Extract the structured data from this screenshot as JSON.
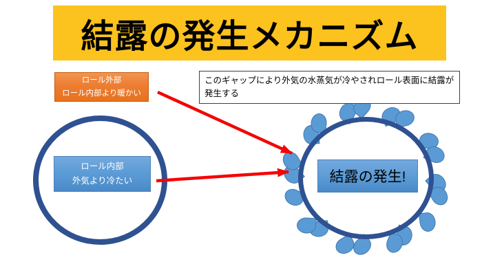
{
  "title": {
    "text": "結露の発生メカニズム"
  },
  "banner": {
    "bg_color": "#FCC21D",
    "text_color": "#000000"
  },
  "boxes": {
    "roll_outside": {
      "line1": "ロール外部",
      "line2": "ロール内部より暖かい",
      "fill": "#ED7D31",
      "border": "#C55A11",
      "text_color": "#FFFFFF"
    },
    "roll_inside": {
      "line1": "ロール内部",
      "line2": "外気より冷たい",
      "fill": "#5B9BD5",
      "border": "#4A81BC",
      "text_color": "#FFFFFF"
    },
    "condensation": {
      "label": "結露の発生!",
      "fill": "#5B9BD5",
      "border": "#4A81BC",
      "text_color": "#000000"
    }
  },
  "annotation": {
    "line1": "このギャップにより外気の水蒸気が冷やされロール表面に結露が",
    "line2": "発生する",
    "border_color": "#3F3F3F"
  },
  "diagram": {
    "ring_color": "#2E5191",
    "arrow_color": "#F40404",
    "droplet": {
      "icon": "water-droplet-icon",
      "fill": "#5B9BD5",
      "stroke": "#4178AE",
      "count": 20
    }
  }
}
